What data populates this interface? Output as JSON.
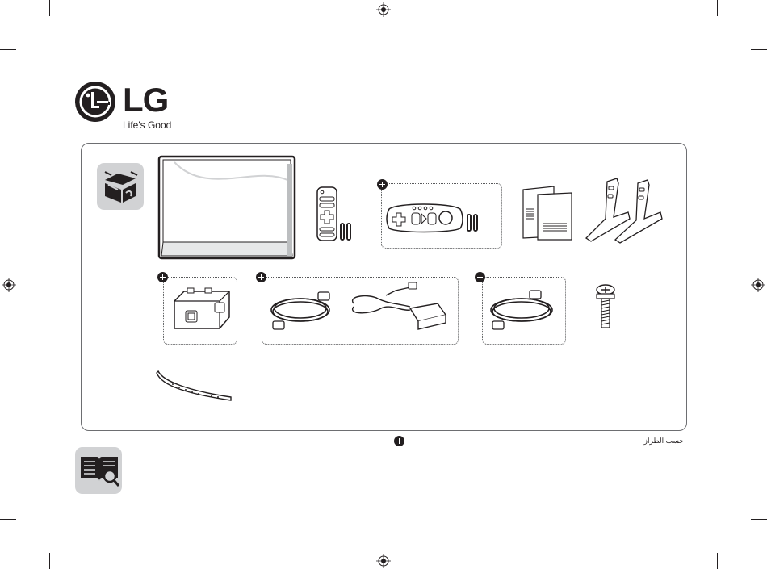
{
  "brand": {
    "name": "LG",
    "tagline": "Life's Good"
  },
  "icons": {
    "box": "box-contents-icon",
    "manual": "manual-search-icon",
    "optional": "plus-circle-icon"
  },
  "items": [
    {
      "name": "tv"
    },
    {
      "name": "remote-control-with-batteries"
    },
    {
      "name": "magic-remote-with-batteries",
      "optional": true
    },
    {
      "name": "manuals"
    },
    {
      "name": "stand-legs"
    },
    {
      "name": "ferrite-core",
      "optional": true
    },
    {
      "name": "power-cord-and-adapter",
      "optional": true
    },
    {
      "name": "power-cord",
      "optional": true
    },
    {
      "name": "stand-screw"
    },
    {
      "name": "cable-holder-strip"
    }
  ],
  "legend": {
    "note_text": "حسب الطراز"
  },
  "colors": {
    "ink": "#231f20",
    "tile_gray": "#d1d2d4",
    "border_gray": "#6d6e71"
  }
}
